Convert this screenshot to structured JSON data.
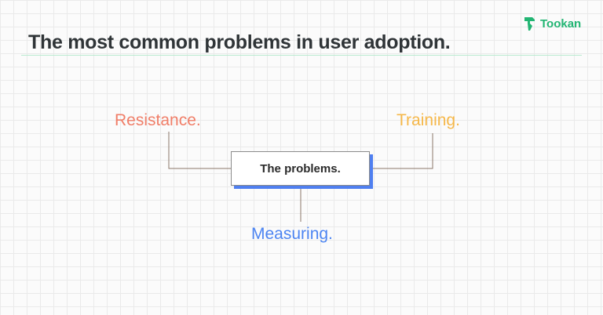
{
  "header": {
    "title": "The most common problems in user adoption."
  },
  "brand": {
    "name": "Tookan",
    "icon": "tookan-logo-icon",
    "color": "#22b573"
  },
  "diagram": {
    "center": {
      "label": "The problems.",
      "shadow_color": "#4f7ff0"
    },
    "branches": [
      {
        "label": "Resistance.",
        "color": "#f07e68"
      },
      {
        "label": "Training.",
        "color": "#f6b84a"
      },
      {
        "label": "Measuring.",
        "color": "#4d85f2"
      }
    ],
    "connector_color": "#8b7768"
  }
}
